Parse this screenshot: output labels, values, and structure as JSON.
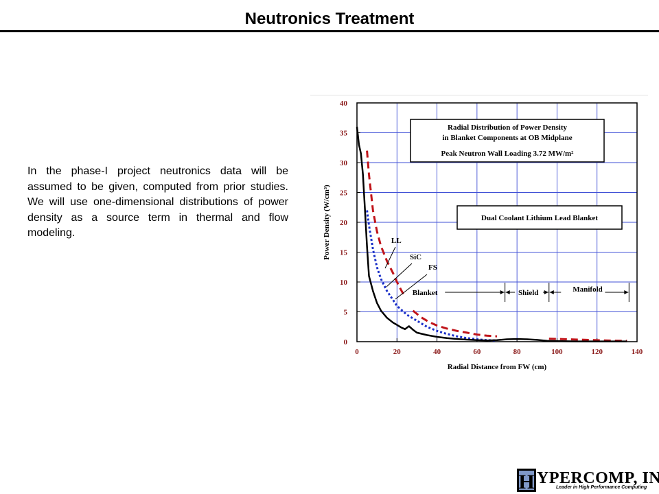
{
  "slide": {
    "title": "Neutronics Treatment",
    "body": "In the phase-I project neutronics data will be assumed to be given, computed from prior studies. We will use one-dimensional distributions of power density as a source term in thermal and flow modeling."
  },
  "logo": {
    "letter": "H",
    "word": "YPERCOMP, INC.",
    "tagline": "Leader in High Performance Computing"
  },
  "chart_data": {
    "type": "line",
    "xlabel": "Radial Distance from FW (cm)",
    "ylabel": "Power Density (W/cm³)",
    "xlim": [
      0,
      140
    ],
    "ylim": [
      0,
      40
    ],
    "xticks": [
      0,
      20,
      40,
      60,
      80,
      100,
      120,
      140
    ],
    "yticks": [
      0,
      5,
      10,
      15,
      20,
      25,
      30,
      35,
      40
    ],
    "grid": true,
    "legend": "none",
    "title_box": [
      "Radial Distribution of Power Density",
      "in Blanket Components at OB Midplane",
      "Peak Neutron Wall Loading 3.72 MW/m²"
    ],
    "info_box": "Dual Coolant Lithium Lead Blanket",
    "region_labels": [
      "Blanket",
      "Shield",
      "Manifold"
    ],
    "region_bounds": [
      74,
      96,
      136
    ],
    "series": [
      {
        "name": "LL",
        "color": "#c0141a",
        "dash": "dashed",
        "segments": [
          [
            [
              5,
              32
            ],
            [
              6,
              28
            ],
            [
              8,
              22
            ],
            [
              10,
              18.5
            ],
            [
              12,
              16
            ],
            [
              15,
              13.5
            ],
            [
              18,
              11.5
            ],
            [
              20,
              10
            ],
            [
              22,
              8.7
            ],
            [
              24,
              7.5
            ]
          ],
          [
            [
              28,
              5.2
            ],
            [
              32,
              4.1
            ],
            [
              36,
              3.3
            ],
            [
              40,
              2.7
            ],
            [
              45,
              2.2
            ],
            [
              50,
              1.8
            ],
            [
              55,
              1.5
            ],
            [
              60,
              1.2
            ],
            [
              65,
              1.0
            ],
            [
              70,
              0.9
            ]
          ],
          [
            [
              96,
              0.5
            ],
            [
              105,
              0.4
            ],
            [
              115,
              0.3
            ],
            [
              125,
              0.2
            ],
            [
              135,
              0.15
            ]
          ]
        ]
      },
      {
        "name": "SiC",
        "color": "#1a2fc8",
        "dash": "dotted",
        "segments": [
          [
            [
              5,
              22
            ],
            [
              6,
              19.5
            ],
            [
              8,
              15.5
            ],
            [
              10,
              12.5
            ],
            [
              12,
              10.5
            ],
            [
              15,
              8.5
            ],
            [
              18,
              7
            ],
            [
              20,
              6
            ],
            [
              25,
              4.5
            ],
            [
              30,
              3.5
            ],
            [
              35,
              2.5
            ],
            [
              40,
              1.8
            ],
            [
              45,
              1.3
            ],
            [
              50,
              0.9
            ],
            [
              55,
              0.6
            ],
            [
              60,
              0.4
            ],
            [
              65,
              0.25
            ],
            [
              70,
              0.2
            ]
          ]
        ]
      },
      {
        "name": "FS",
        "color": "#000000",
        "dash": "solid",
        "segments": [
          [
            [
              0,
              36
            ],
            [
              1,
              33
            ],
            [
              2,
              31.5
            ],
            [
              3,
              28
            ],
            [
              4,
              22
            ],
            [
              5,
              16
            ],
            [
              6,
              11
            ],
            [
              8,
              8.5
            ],
            [
              10,
              6.5
            ],
            [
              12,
              5.2
            ],
            [
              15,
              4
            ],
            [
              18,
              3.2
            ],
            [
              20,
              2.8
            ],
            [
              22,
              2.4
            ],
            [
              24,
              2.1
            ],
            [
              26,
              2.6
            ],
            [
              28,
              2
            ],
            [
              30,
              1.5
            ],
            [
              35,
              1.1
            ],
            [
              40,
              0.8
            ],
            [
              45,
              0.6
            ],
            [
              50,
              0.45
            ],
            [
              55,
              0.35
            ],
            [
              60,
              0.25
            ],
            [
              65,
              0.2
            ],
            [
              70,
              0.25
            ],
            [
              75,
              0.4
            ],
            [
              80,
              0.45
            ],
            [
              85,
              0.4
            ],
            [
              90,
              0.3
            ],
            [
              95,
              0.15
            ],
            [
              100,
              0.1
            ],
            [
              110,
              0.05
            ],
            [
              120,
              0.05
            ],
            [
              130,
              0.05
            ],
            [
              135,
              0.05
            ]
          ]
        ]
      }
    ]
  }
}
